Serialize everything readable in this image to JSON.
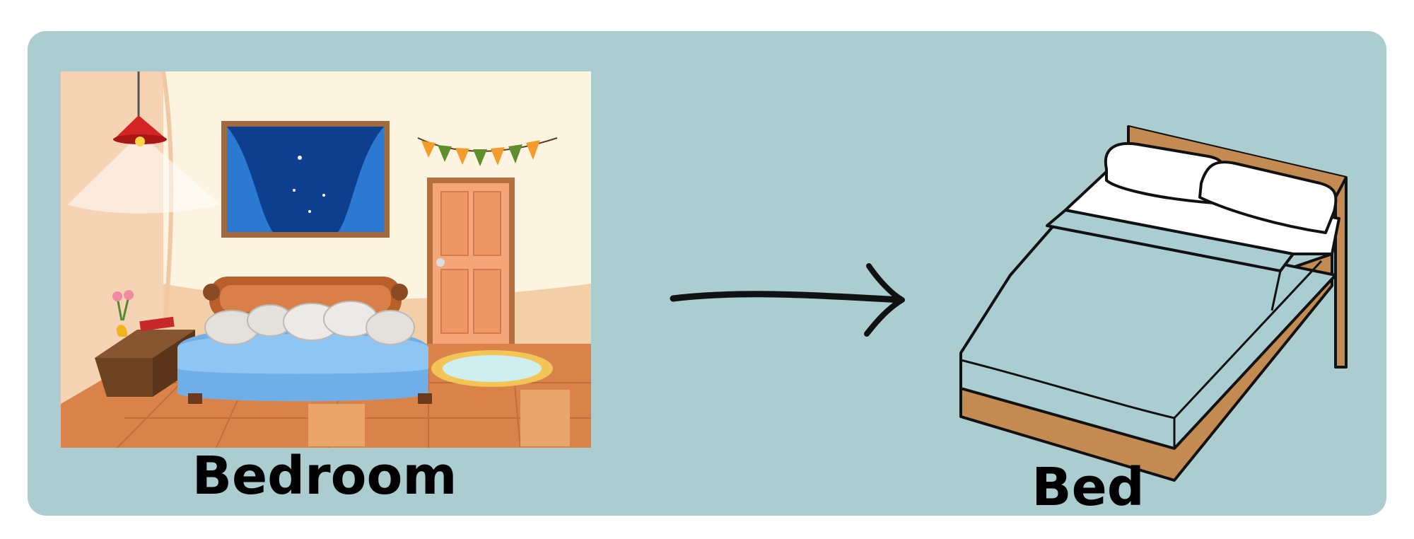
{
  "left_panel": {
    "label": "Bedroom"
  },
  "right_panel": {
    "label": "Bed"
  },
  "colors": {
    "card_background": "#abcdd0",
    "bed_sheet": "#a9cdd1",
    "bed_frame": "#c38a52"
  },
  "icons": {
    "arrow": "right-arrow-icon",
    "scene": "bedroom-illustration",
    "bed": "bed-icon"
  }
}
